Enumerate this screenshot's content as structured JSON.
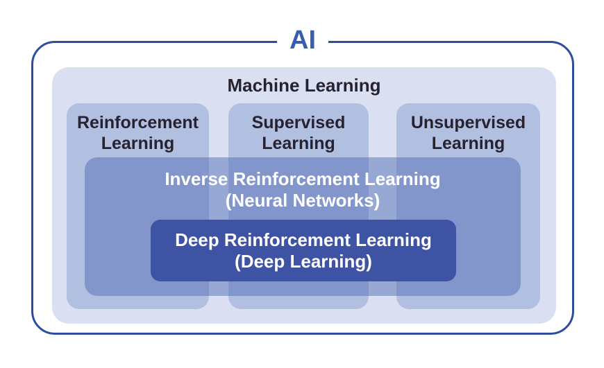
{
  "diagram": {
    "title": "AI",
    "machine_learning": {
      "label": "Machine Learning"
    },
    "branches": [
      {
        "line1": "Reinforcement",
        "line2": "Learning"
      },
      {
        "line1": "Supervised",
        "line2": "Learning"
      },
      {
        "line1": "Unsupervised",
        "line2": "Learning"
      }
    ],
    "inverse_rl": {
      "line1": "Inverse Reinforcement Learning",
      "line2": "(Neural Networks)"
    },
    "deep_rl": {
      "line1": "Deep Reinforcement Learning",
      "line2": "(Deep Learning)"
    },
    "colors": {
      "border_blue": "#2e4d9d",
      "title_blue": "#3a5cae",
      "ml_bg": "#dae0f2",
      "branch_bg": "#b1bfe1",
      "inverse_bg": "rgba(77,104,179,0.47)",
      "deep_bg": "#3e53a3",
      "dark_text": "#272230",
      "light_text": "#ffffff",
      "page_bg": "#ffffff"
    }
  }
}
